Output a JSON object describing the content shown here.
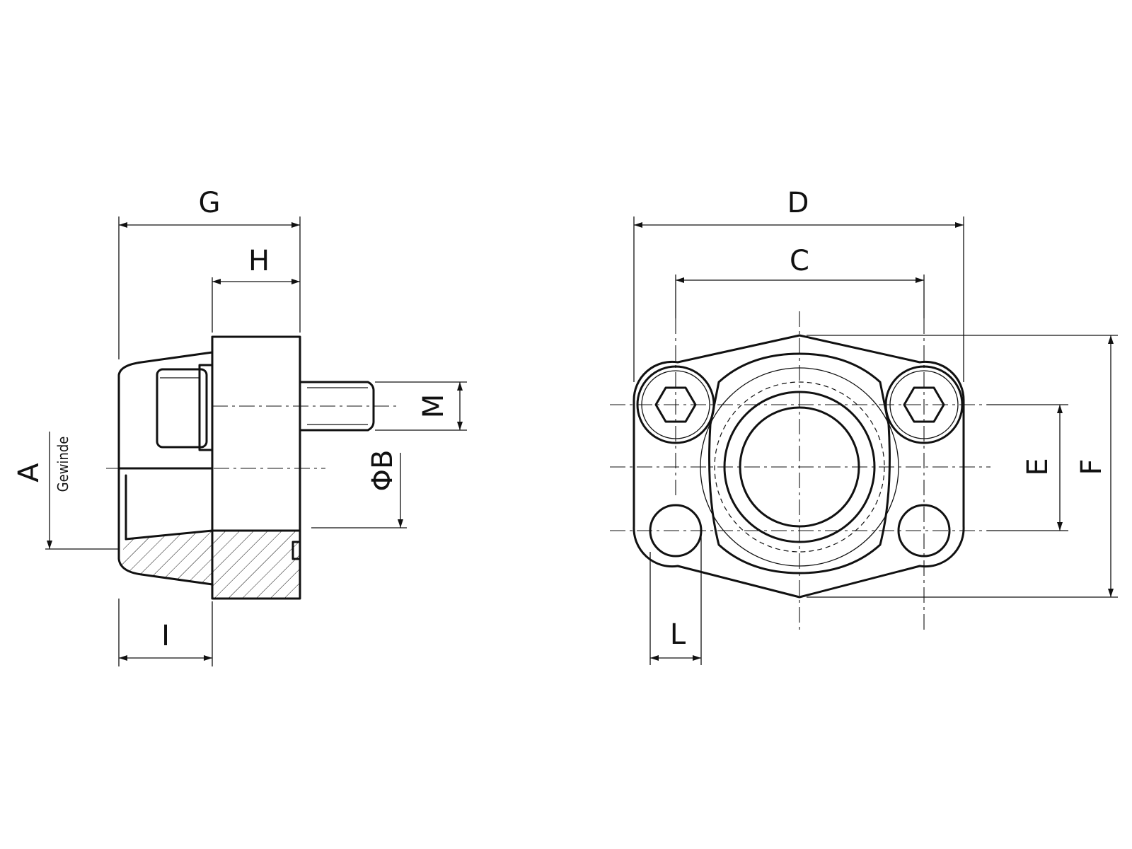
{
  "drawing": {
    "side_view": {
      "labels": {
        "G": "G",
        "H": "H",
        "M": "M",
        "B": "ΦB",
        "A": "A",
        "gewinde": "Gewinde",
        "I": "I"
      }
    },
    "front_view": {
      "labels": {
        "D": "D",
        "C": "C",
        "E": "E",
        "F": "F",
        "L": "L"
      }
    }
  }
}
